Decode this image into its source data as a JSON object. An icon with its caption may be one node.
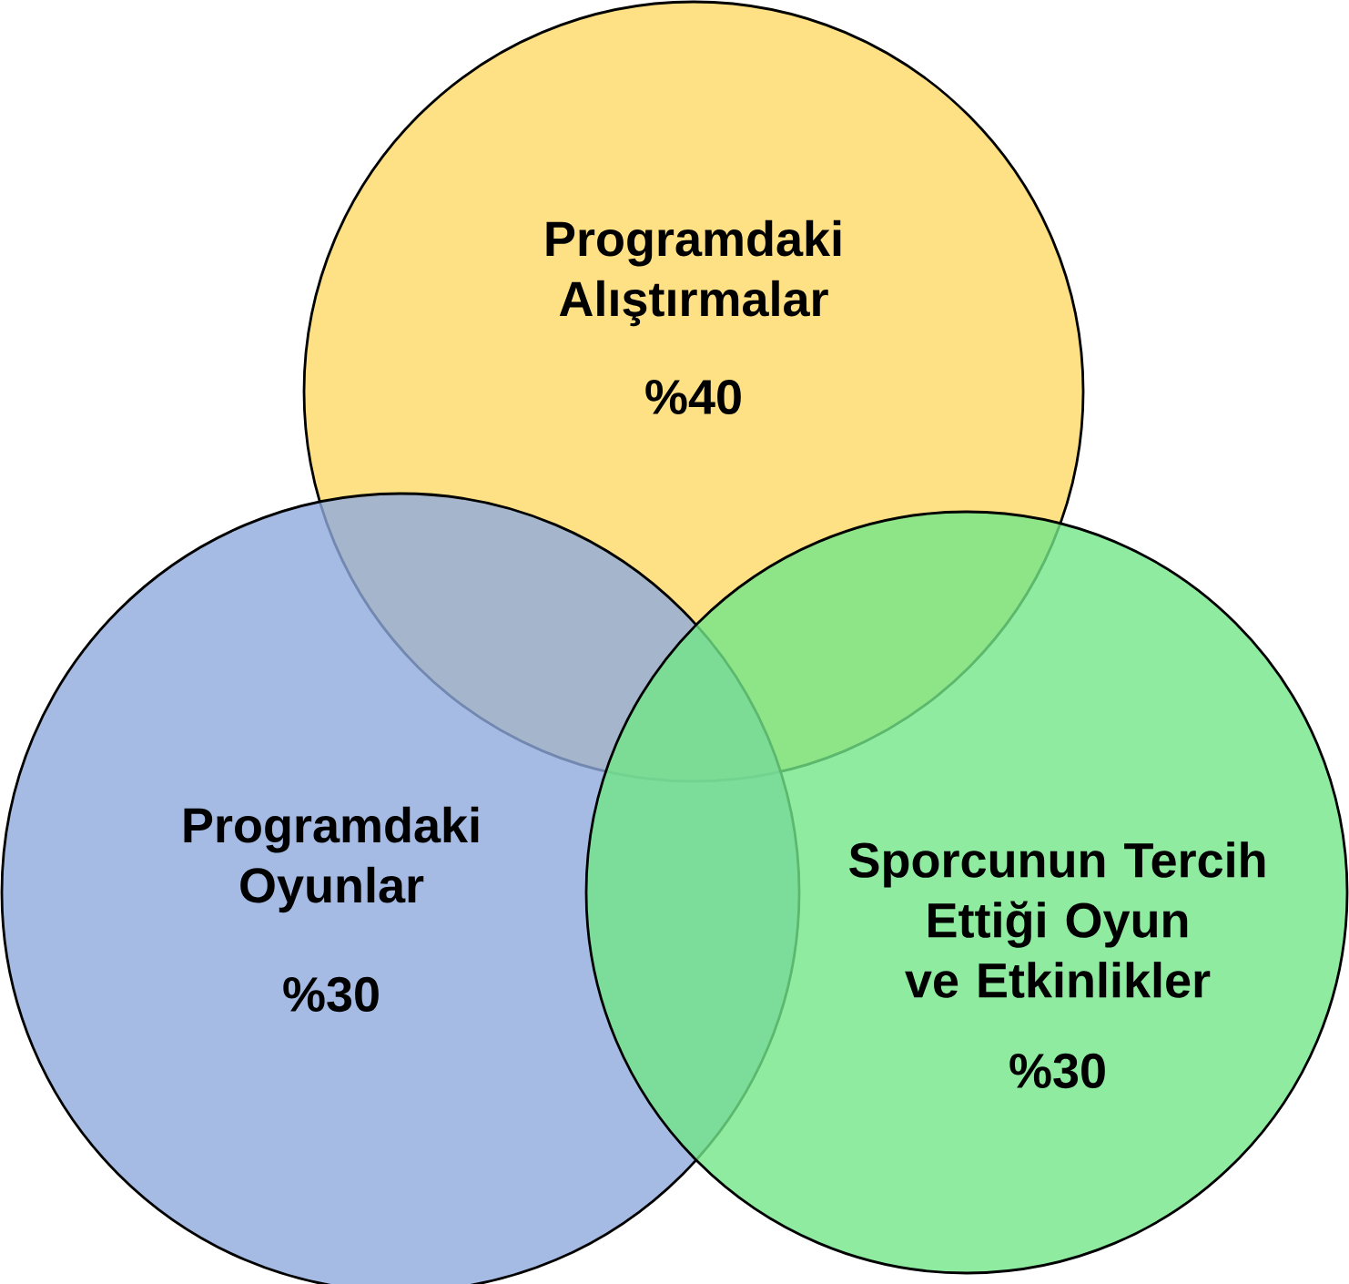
{
  "diagram": {
    "nodes": [
      {
        "text": [
          "Programdaki Alıştırmalar",
          "%40"
        ]
      },
      {
        "text": [
          "Programdaki Oyunlar",
          "%30"
        ]
      },
      {
        "text": [
          "Sporcunun Tercih Ettiği Oyun ve Etkinlikler",
          "%30"
        ]
      }
    ]
  }
}
